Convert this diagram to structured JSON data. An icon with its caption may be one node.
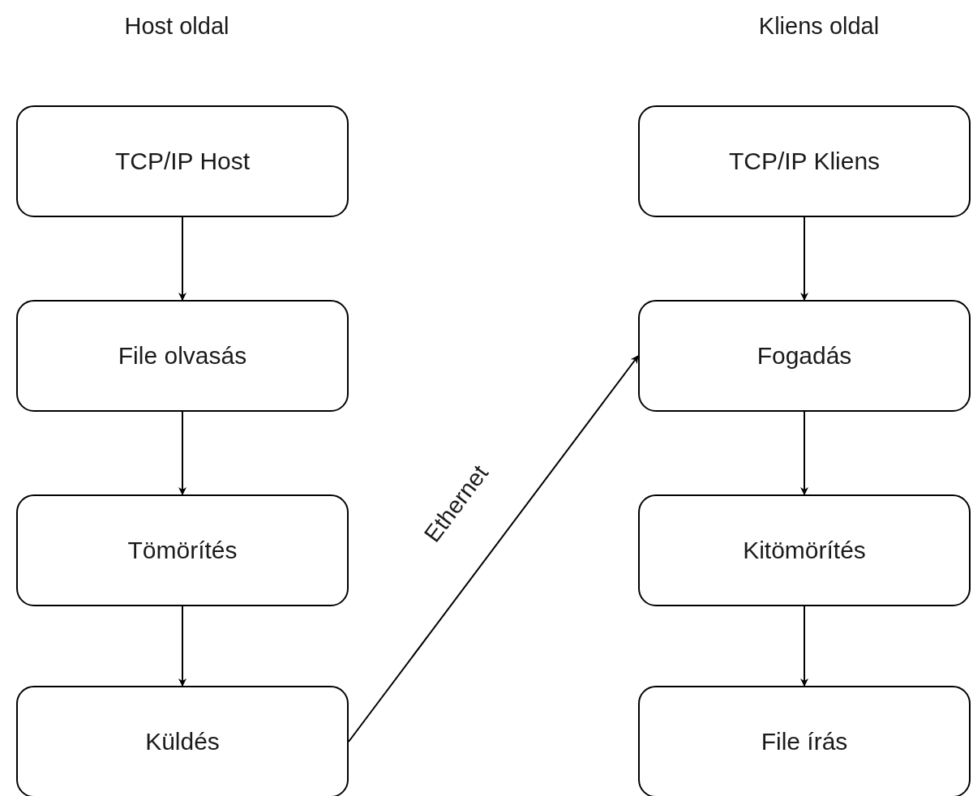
{
  "diagram": {
    "nodes": [
      {
        "text": [
          "TCP/IP Host"
        ]
      },
      {
        "text": [
          "File olvasás"
        ]
      },
      {
        "text": [
          "Tömörítés"
        ]
      },
      {
        "text": [
          "Küldés"
        ]
      },
      {
        "text": [
          "TCP/IP Kliens"
        ]
      },
      {
        "text": [
          "Fogadás"
        ]
      },
      {
        "text": [
          "Kitömörítés"
        ]
      },
      {
        "text": [
          "File írás"
        ]
      }
    ],
    "edges": [
      {
        "from": 0,
        "to": 1,
        "arrow": "to"
      },
      {
        "from": 1,
        "to": 2,
        "arrow": "to"
      },
      {
        "from": 2,
        "to": 3,
        "arrow": "to"
      },
      {
        "from": 3,
        "to": 5,
        "arrow": "to",
        "label": "Ethernet"
      },
      {
        "from": 4,
        "to": 5,
        "arrow": "to"
      },
      {
        "from": 5,
        "to": 6,
        "arrow": "to"
      },
      {
        "from": 6,
        "to": 7,
        "arrow": "to"
      }
    ],
    "labels": [
      "Host oldal",
      "Kliens oldal"
    ]
  }
}
